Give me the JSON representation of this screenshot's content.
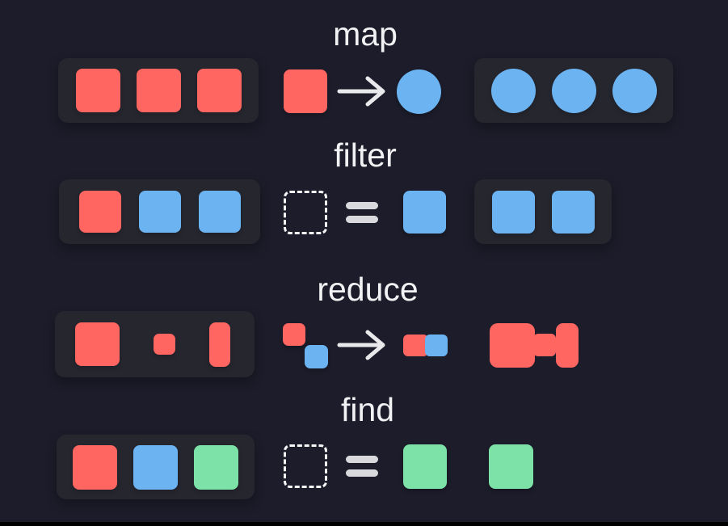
{
  "colors": {
    "background": "#1c1c2a",
    "panel": "#26262f",
    "red": "#ff6561",
    "blue": "#6cb3f1",
    "green": "#7ce2a7",
    "label_text": "#f2f2f4",
    "arrow": "#e9e9ec",
    "equals": "#d8d8dd",
    "dashed_outline": "#f5f5f7",
    "bottom_edge": "#000000"
  },
  "rows": [
    {
      "label": "map",
      "input_shapes": [
        "red-square",
        "red-square",
        "red-square"
      ],
      "operation": {
        "type": "transform",
        "from": "red-square",
        "arrow": "right-arrow",
        "to": "blue-circle"
      },
      "output_shapes": [
        "blue-circle",
        "blue-circle",
        "blue-circle"
      ]
    },
    {
      "label": "filter",
      "input_shapes": [
        "red-square",
        "blue-square",
        "blue-square"
      ],
      "operation": {
        "type": "match",
        "placeholder": "dashed-square",
        "predicate": "equals",
        "target": "blue-square"
      },
      "output_shapes": [
        "blue-square",
        "blue-square"
      ]
    },
    {
      "label": "reduce",
      "input_shapes": [
        "red-square-large",
        "red-square-small",
        "red-rect-tall"
      ],
      "operation": {
        "type": "combine",
        "from": "red-square-small + blue-square-small (diagonal)",
        "arrow": "right-arrow",
        "to": "red-square-small + blue-square-small (joined)"
      },
      "output_shapes": [
        "red-composite-large-connector-tall"
      ]
    },
    {
      "label": "find",
      "input_shapes": [
        "red-square",
        "blue-square",
        "green-square"
      ],
      "operation": {
        "type": "match",
        "placeholder": "dashed-square",
        "predicate": "equals",
        "target": "green-square"
      },
      "output_shapes": [
        "green-square"
      ]
    }
  ]
}
